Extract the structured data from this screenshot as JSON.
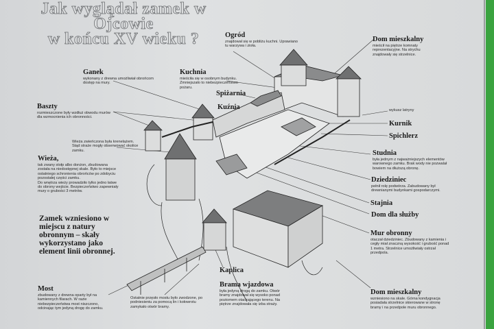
{
  "title": {
    "line1": "Jak wyglądał zamek w Ojcowie",
    "line2": "w końcu XV wieku ?"
  },
  "labels": {
    "ogrod": {
      "head": "Ogród",
      "text": "znajdował się w pobliżu kuchni. Uprawiano tu warzywa i zioła."
    },
    "dom_top": {
      "head": "Dom mieszkalny",
      "text": "mieścił na piętrze komnaty reprezentacyjne. Na strychu znajdowały się strzelnice."
    },
    "ganek": {
      "head": "Ganek",
      "text": "wykonany z drewna umożliwiał obrońcom dostęp na mury."
    },
    "kuchnia": {
      "head": "Kuchnia",
      "text": "mieściła się w osobnym budynku. Zmniejszało to niebezpieczeństwo pożaru."
    },
    "spizarnia": {
      "head": "Spiżarnia"
    },
    "kuznia": {
      "head": "Kuźnia"
    },
    "baszty": {
      "head": "Baszty",
      "text": "rozmieszczone były wzdłuż obwodu murów dla wzmocnienia ich obronności."
    },
    "wykusz": {
      "text": "wykusz latryny"
    },
    "kurnik": {
      "head": "Kurnik"
    },
    "spichlerz": {
      "head": "Spichlerz"
    },
    "wieza_note": {
      "text": "Wieża zwieńczona była krenelażem. Stąd straże mogły obserwować okolice zamku."
    },
    "wieza": {
      "head": "Wieża,",
      "text1": "tak zwany stołp albo donżon, zbudowana została na niedostępnej skale. Było to miejsce ostatniego schronienia obrońców po zdobyciu pozostałej części zamku.",
      "text2": "Do wnętrza wieży prowadziło tylko jedno łatwe do obrony wejście. Bezpieczeństwo zapewniały mury o grubości 3 metrów."
    },
    "zamek": {
      "text": "Zamek wzniesiono w miejscu z natury obronnym – skały wykorzystano jako element linii obronnej."
    },
    "studnia": {
      "head": "Studnia",
      "text": "była jednym z najważniejszych elementów warownego zamku. Brak wody nie pozwalał bowiem na dłuższą obronę."
    },
    "dziedziniec": {
      "head": "Dziedziniec",
      "text": "pełnił rolę podwórza. Zabudowany był drewnianymi budynkami gospodarczymi."
    },
    "stajnia": {
      "head": "Stajnia"
    },
    "dom_sluzby": {
      "head": "Dom dla służby"
    },
    "mur": {
      "head": "Mur obronny",
      "text": "otaczał dziedziniec. Zbudowany z kamienia i cegły miał znaczną wysokość i grubość ponad 1 metra. Strzelnice umożliwiały ostrzał przedpola."
    },
    "kaplica": {
      "head": "Kaplica"
    },
    "most": {
      "head": "Most",
      "text": "zbudowany z drewna oparty był na kamiennych filarach. W razie niebezpieczeństwa most niszczono, odcinając tym jedyną drogę do zamku."
    },
    "przeslo": {
      "text": "Ostatnie przęsło mostu było zwodzone, po podniesieniu za pomocą lin i kołowrotu zamykało otwór bramy."
    },
    "brama": {
      "head": "Brama wjazdowa",
      "text": "była jedyną drogą do zamku. Otwór bramy znajdował się wysoko ponad poziomem otaczającego terenu. Na piętrze znajdowała się izba straży."
    },
    "dom_bottom": {
      "head": "Dom mieszkalny",
      "text": "wzniesiono na skale. Górna kondygnacja posiadała strzelnice skierowane w stronę bramy i na przedpole muru obronnego."
    }
  },
  "colors": {
    "board": "#d9dbdc",
    "ink": "#1b1b1b",
    "frame": "#3aa33f"
  }
}
